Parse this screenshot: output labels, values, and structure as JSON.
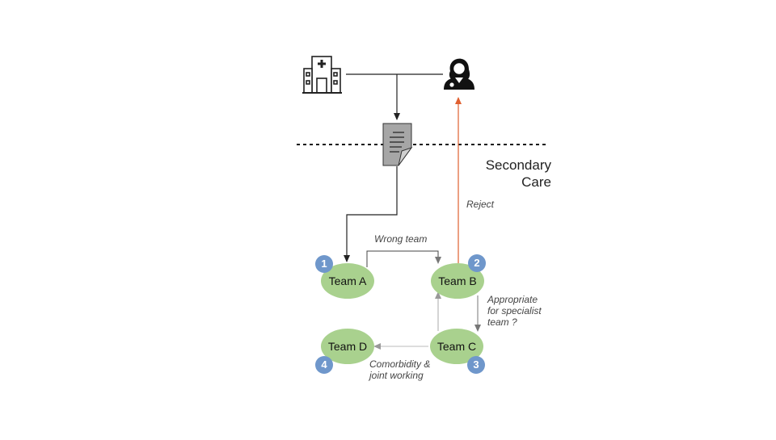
{
  "region": {
    "secondary_care_line1": "Secondary",
    "secondary_care_line2": "Care"
  },
  "nodes": {
    "team_a": {
      "label": "Team A",
      "number": "1"
    },
    "team_b": {
      "label": "Team B",
      "number": "2"
    },
    "team_c": {
      "label": "Team C",
      "number": "3"
    },
    "team_d": {
      "label": "Team D",
      "number": "4"
    }
  },
  "edges": {
    "wrong_team": "Wrong team",
    "reject": "Reject",
    "appropriate_line1": "Appropriate",
    "appropriate_line2": "for specialist",
    "appropriate_line3": "team ?",
    "comorbidity_line1": "Comorbidity &",
    "comorbidity_line2": "joint working"
  },
  "icons": {
    "hospital": "hospital-icon",
    "doctor": "doctor-icon",
    "document": "referral-document-icon"
  },
  "colors": {
    "team_fill": "#a9d18e",
    "badge_fill": "#6f97cb",
    "reject_arrow": "#e06030",
    "flow_line": "#222222",
    "light_line": "#999999"
  }
}
